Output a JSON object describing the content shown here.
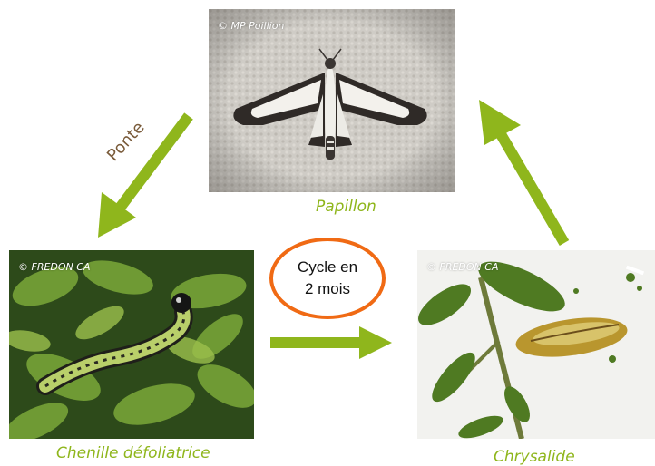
{
  "stages": {
    "papillon": {
      "label": "Papillon",
      "credit": "© MP Poillion"
    },
    "chenille": {
      "label": "Chenille défoliatrice",
      "credit": "© FREDON CA"
    },
    "chrysalide": {
      "label": "Chrysalide",
      "credit": "© FREDON CA"
    }
  },
  "center": {
    "line1": "Cycle en",
    "line2": "2 mois"
  },
  "arrows": {
    "ponte_label": "Ponte"
  },
  "colors": {
    "arrow": "#8fb61c",
    "caption": "#8fb61c",
    "circle": "#f06a14",
    "ponte": "#7a5b3a"
  }
}
